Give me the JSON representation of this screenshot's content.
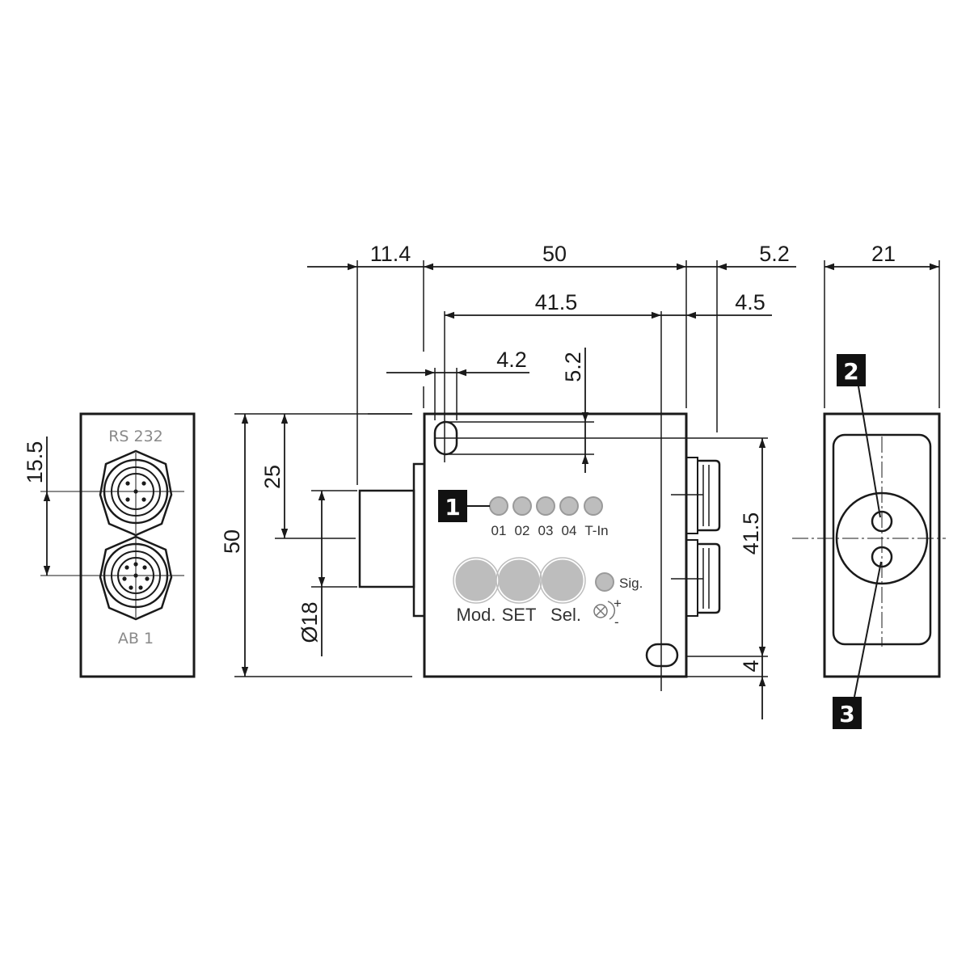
{
  "dimensions": {
    "d11_4": "11.4",
    "d50_top": "50",
    "d5_2_right": "5.2",
    "d41_5_top": "41.5",
    "d4_5": "4.5",
    "d4_2": "4.2",
    "d5_2_vert": "5.2",
    "d15_5": "15.5",
    "d25": "25",
    "d50_left": "50",
    "d18": "Ø18",
    "d41_5_right": "41.5",
    "d4_bottom": "4",
    "d21": "21"
  },
  "connectors": {
    "top_label": "RS 232",
    "bottom_label": "AB 1"
  },
  "leds": {
    "labels": [
      "01",
      "02",
      "03",
      "04",
      "T-In"
    ],
    "sig_label": "Sig."
  },
  "buttons": {
    "mod": "Mod.",
    "set": "SET",
    "sel": "Sel."
  },
  "pot": {
    "plus": "+",
    "minus": "-"
  },
  "callouts": {
    "c1": "1",
    "c2": "2",
    "c3": "3"
  }
}
